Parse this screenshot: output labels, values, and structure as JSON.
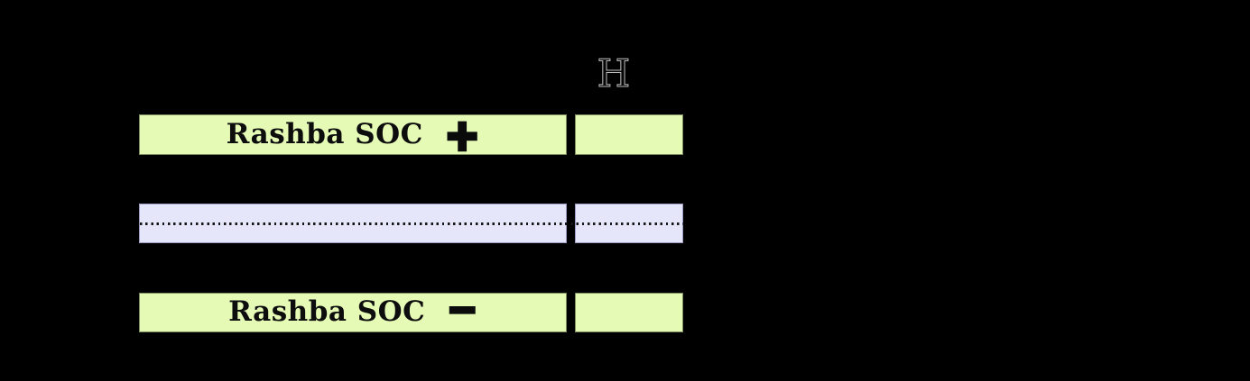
{
  "figure": {
    "background_color": "#000000",
    "field_label": "H",
    "colors": {
      "rashba_fill": "#e5fab5",
      "rashba_border": "#7f8f5f",
      "spacer_fill": "#e6e6fa",
      "spacer_border": "#9e9ec4",
      "dotted_line": "#161616",
      "text": "#0d0d0d"
    },
    "layers": [
      {
        "name": "rashba-soc-plus",
        "label": "Rashba SOC",
        "sign": "+",
        "sign_icon": "plus-icon",
        "segments": [
          "long",
          "short"
        ]
      },
      {
        "name": "spacer",
        "label": "",
        "line_style": "dotted",
        "segments": [
          "long",
          "short"
        ]
      },
      {
        "name": "rashba-soc-minus",
        "label": "Rashba SOC",
        "sign": "−",
        "sign_icon": "minus-icon",
        "segments": [
          "long",
          "short"
        ]
      }
    ]
  }
}
